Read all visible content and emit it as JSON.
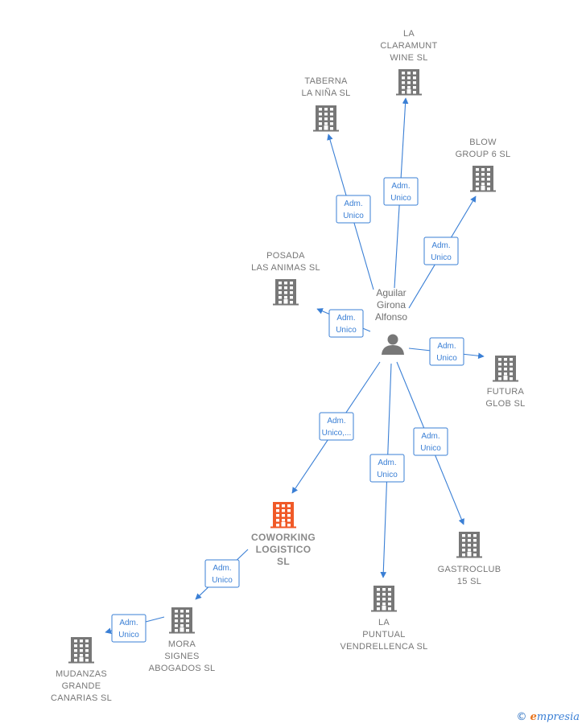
{
  "colors": {
    "edge": "#3a7fd5",
    "company": "#777777",
    "main_company": "#f05a28",
    "person": "#777777"
  },
  "person": {
    "lines": [
      "Aguilar",
      "Girona",
      "Alfonso"
    ],
    "icon": "person-icon"
  },
  "companies": [
    {
      "id": "taberna",
      "lines": [
        "TABERNA",
        "LA NIÑA  SL"
      ],
      "highlight": false
    },
    {
      "id": "claramunt",
      "lines": [
        "LA",
        "CLARAMUNT",
        "WINE  SL"
      ],
      "highlight": false
    },
    {
      "id": "blow",
      "lines": [
        "BLOW",
        "GROUP 6 SL"
      ],
      "highlight": false
    },
    {
      "id": "posada",
      "lines": [
        "POSADA",
        "LAS ANIMAS SL"
      ],
      "highlight": false
    },
    {
      "id": "futura",
      "lines": [
        "FUTURA",
        "GLOB  SL"
      ],
      "highlight": false
    },
    {
      "id": "coworking",
      "lines": [
        "COWORKING",
        "LOGISTICO",
        "SL"
      ],
      "highlight": true
    },
    {
      "id": "gastroclub",
      "lines": [
        "GASTROCLUB",
        "15  SL"
      ],
      "highlight": false
    },
    {
      "id": "puntual",
      "lines": [
        "LA",
        "PUNTUAL",
        "VENDRELLENCA SL"
      ],
      "highlight": false
    },
    {
      "id": "mora",
      "lines": [
        "MORA",
        "SIGNES",
        "ABOGADOS  SL"
      ],
      "highlight": false
    },
    {
      "id": "mudanzas",
      "lines": [
        "MUDANZAS",
        "GRANDE",
        "CANARIAS  SL"
      ],
      "highlight": false
    }
  ],
  "edges": [
    {
      "from": "person",
      "to": "taberna",
      "lines": [
        "Adm.",
        "Unico"
      ]
    },
    {
      "from": "person",
      "to": "claramunt",
      "lines": [
        "Adm.",
        "Unico"
      ]
    },
    {
      "from": "person",
      "to": "blow",
      "lines": [
        "Adm.",
        "Unico"
      ]
    },
    {
      "from": "person",
      "to": "posada",
      "lines": [
        "Adm.",
        "Unico"
      ]
    },
    {
      "from": "person",
      "to": "futura",
      "lines": [
        "Adm.",
        "Unico"
      ]
    },
    {
      "from": "person",
      "to": "coworking",
      "lines": [
        "Adm.",
        "Unico,..."
      ]
    },
    {
      "from": "person",
      "to": "gastroclub",
      "lines": [
        "Adm.",
        "Unico"
      ]
    },
    {
      "from": "person",
      "to": "puntual",
      "lines": [
        "Adm.",
        "Unico"
      ]
    },
    {
      "from": "coworking",
      "to": "mora",
      "lines": [
        "Adm.",
        "Unico"
      ]
    },
    {
      "from": "mora",
      "to": "mudanzas",
      "lines": [
        "Adm.",
        "Unico"
      ]
    }
  ],
  "footer": {
    "copyright": "©",
    "brand_initial": "e",
    "brand_rest": "mpresia"
  }
}
